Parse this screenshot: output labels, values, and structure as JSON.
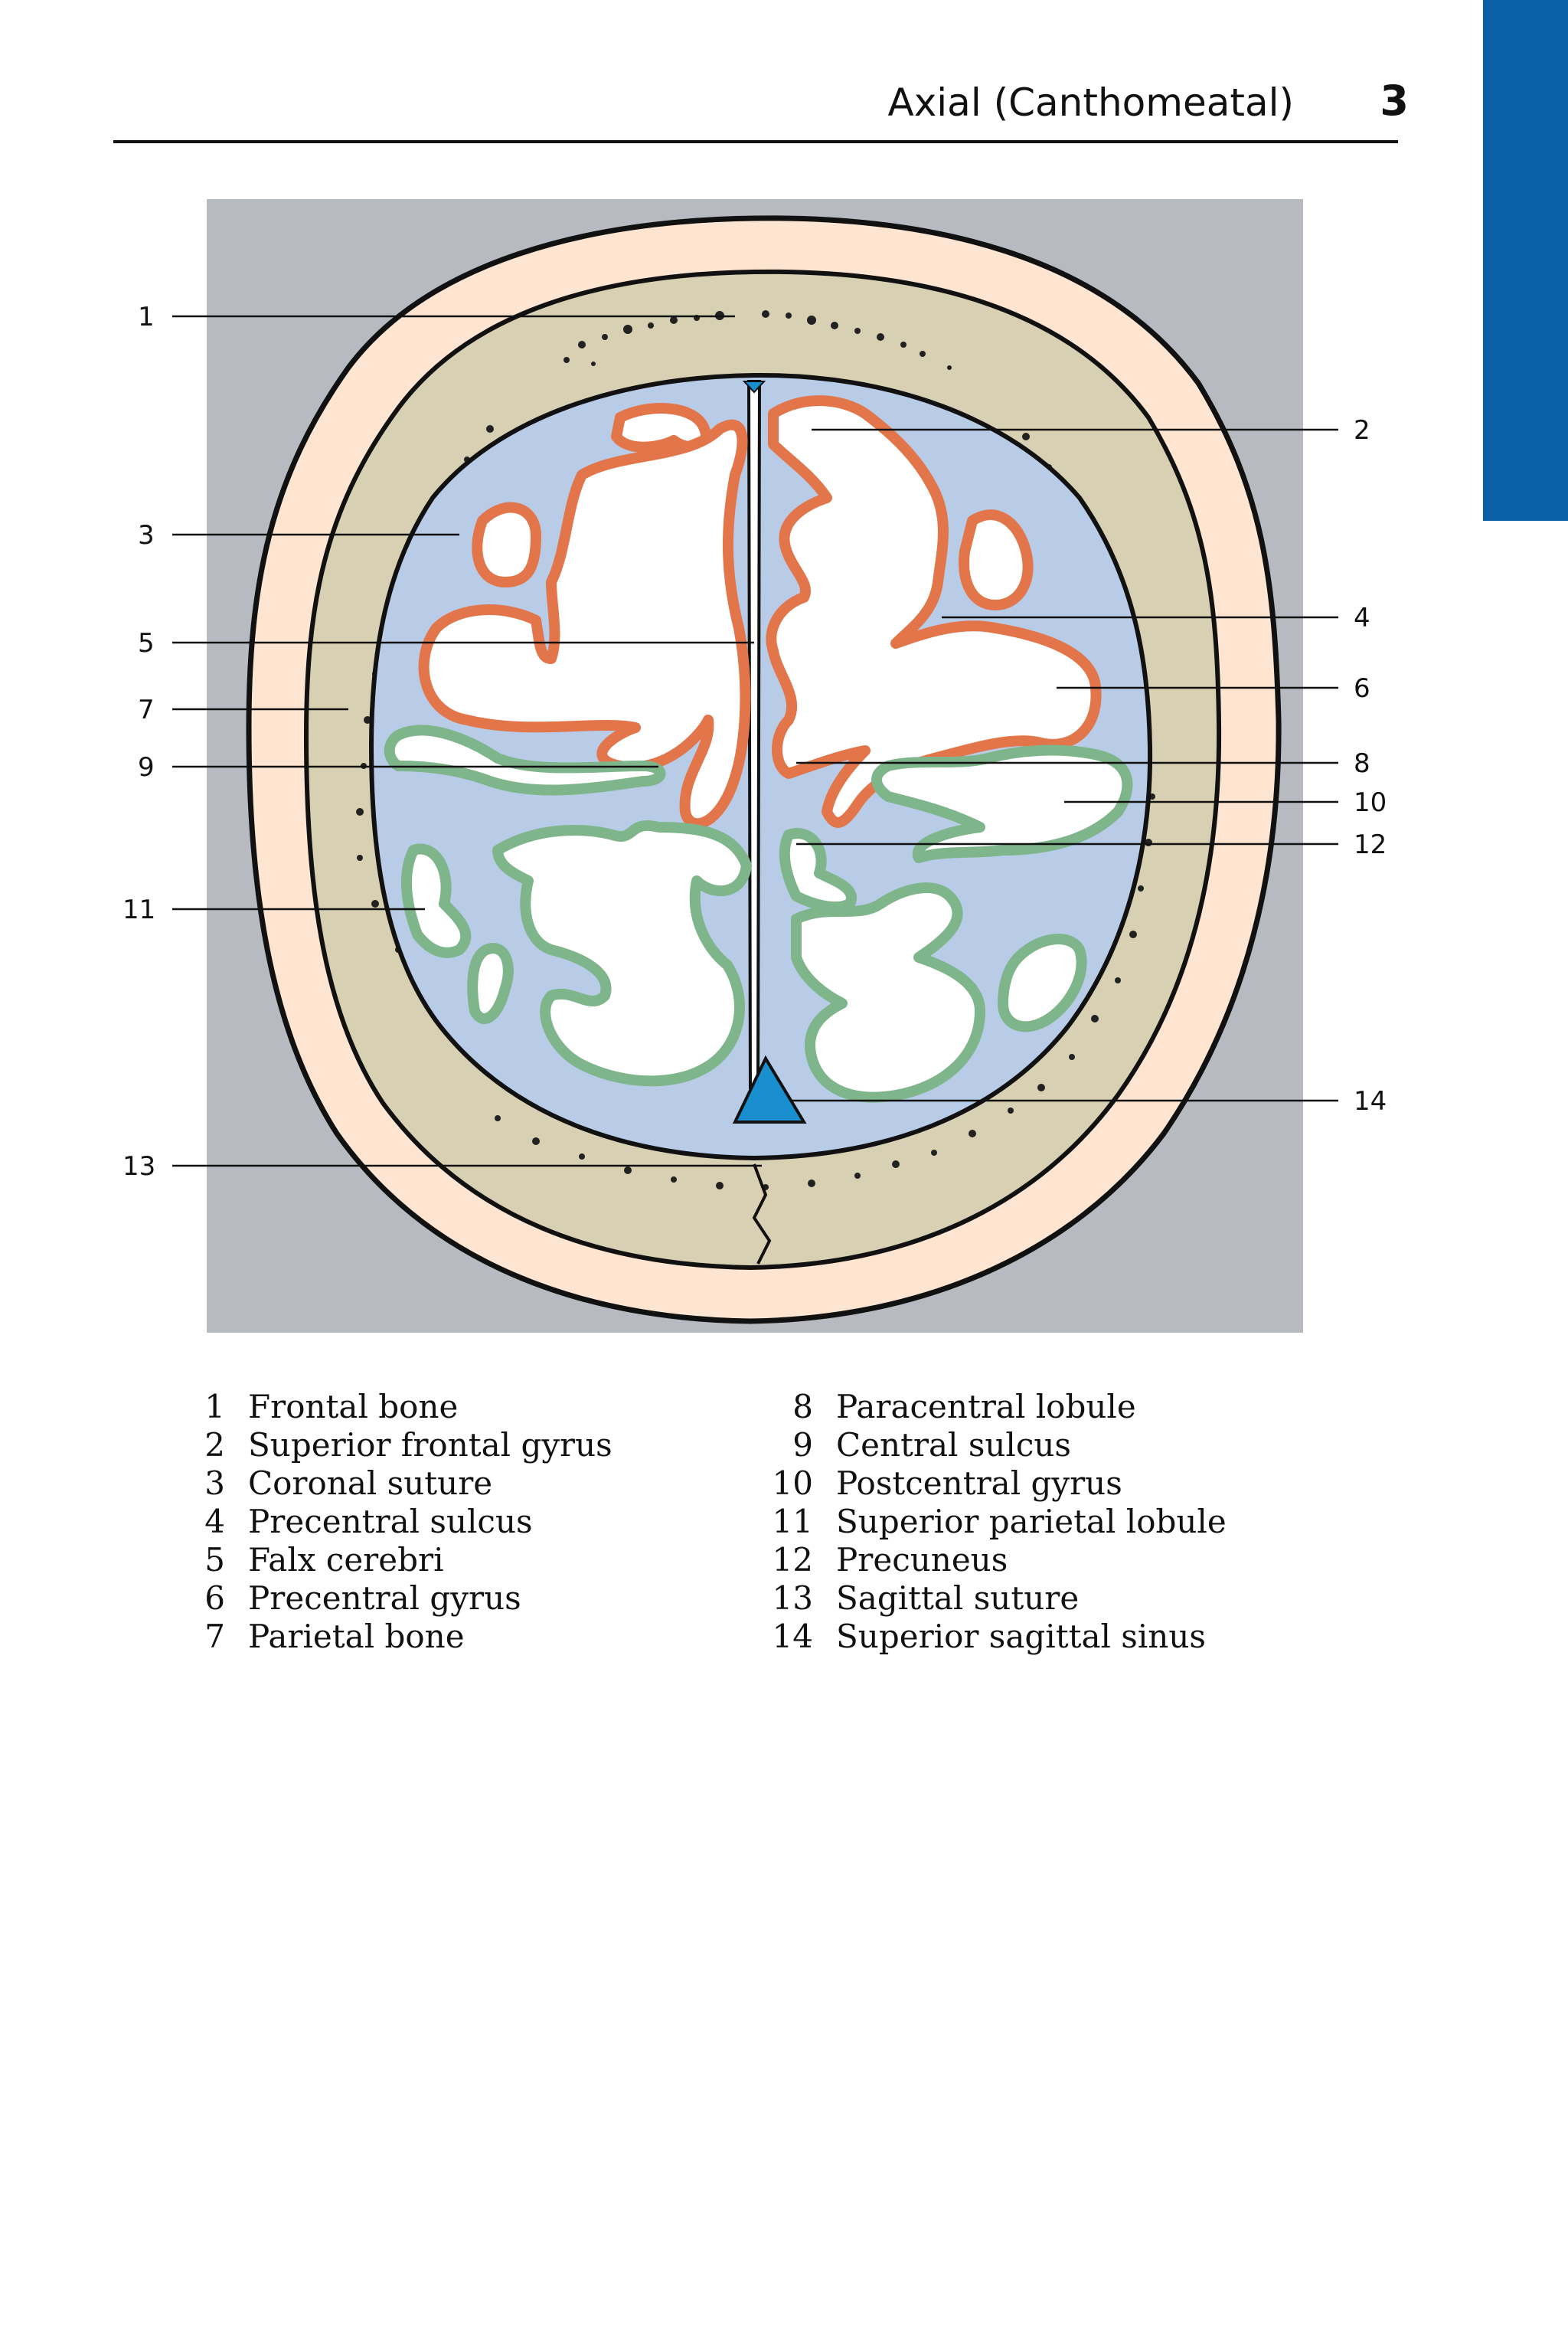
{
  "header": {
    "title": "Axial (Canthomeatal)",
    "page_number": "3"
  },
  "colors": {
    "side_tab": "#0a5fa6",
    "background_panel": "#b8bac2",
    "scalp": "#fde5d2",
    "bone": "#d8d0b2",
    "csf": "#b8cce8",
    "white_matter": "#ffffff",
    "frontal_cortex_outline": "#e2764a",
    "parietal_cortex_outline": "#7eb58a",
    "sinus": "#1a8fd0"
  },
  "callouts": {
    "c1": "1",
    "c2": "2",
    "c3": "3",
    "c4": "4",
    "c5": "5",
    "c6": "6",
    "c7": "7",
    "c8": "8",
    "c9": "9",
    "c10": "10",
    "c11": "11",
    "c12": "12",
    "c13": "13",
    "c14": "14"
  },
  "legend": [
    {
      "num": "1",
      "label": "Frontal bone"
    },
    {
      "num": "2",
      "label": "Superior frontal gyrus"
    },
    {
      "num": "3",
      "label": "Coronal suture"
    },
    {
      "num": "4",
      "label": "Precentral sulcus"
    },
    {
      "num": "5",
      "label": "Falx cerebri"
    },
    {
      "num": "6",
      "label": "Precentral gyrus"
    },
    {
      "num": "7",
      "label": "Parietal bone"
    },
    {
      "num": "8",
      "label": "Paracentral lobule"
    },
    {
      "num": "9",
      "label": "Central sulcus"
    },
    {
      "num": "10",
      "label": "Postcentral gyrus"
    },
    {
      "num": "11",
      "label": "Superior parietal lobule"
    },
    {
      "num": "12",
      "label": "Precuneus"
    },
    {
      "num": "13",
      "label": "Sagittal suture"
    },
    {
      "num": "14",
      "label": "Superior sagittal sinus"
    }
  ]
}
